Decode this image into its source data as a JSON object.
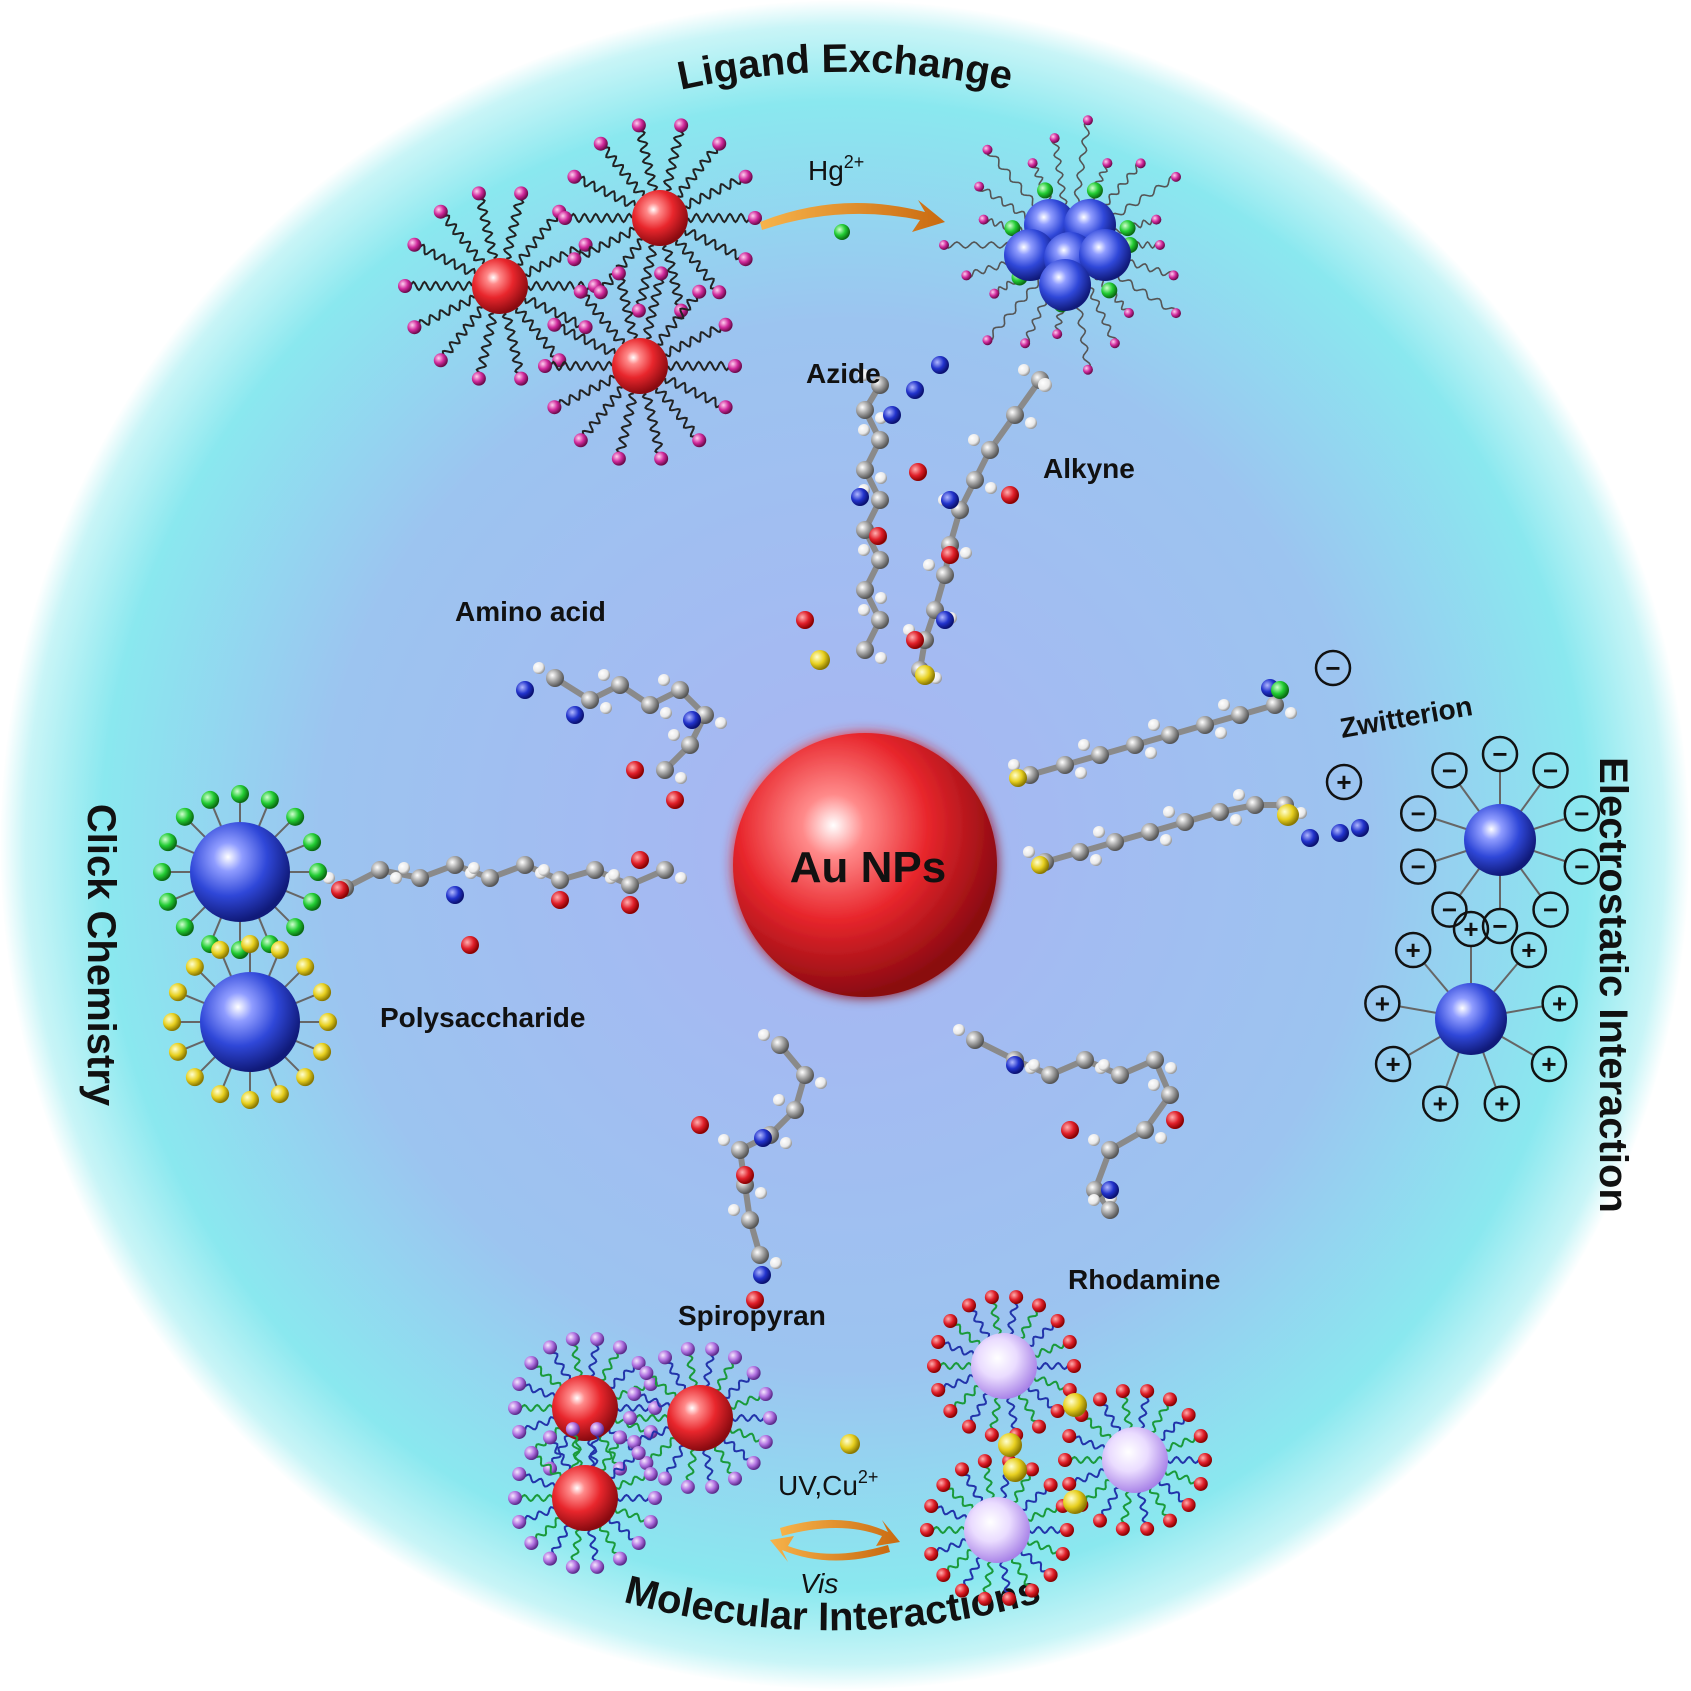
{
  "center": {
    "label": "Au NPs"
  },
  "sections": {
    "top": "Ligand Exchange",
    "left": "Click Chemistry",
    "right": "Electrostatic Interaction",
    "bottom": "Molecular Interactions"
  },
  "molecules": {
    "azide": "Azide",
    "alkyne": "Alkyne",
    "amino_acid": "Amino acid",
    "zwitterion": "Zwitterion",
    "polysaccharide": "Polysaccharide",
    "spiropyran": "Spiropyran",
    "rhodamine": "Rhodamine"
  },
  "reaction_labels": {
    "hg": "Hg",
    "hg_sup": "2+",
    "uv_cu": "UV,Cu",
    "uv_cu_sup": "2+",
    "vis": "Vis"
  },
  "charges": {
    "negative": "−",
    "positive": "+"
  },
  "colors": {
    "gold_np": "#e8262c",
    "blue_np": "#2f47d8",
    "purple_np": "#c9a6f0",
    "background_center": "#9fb6f2",
    "background_edge": "#8fe8ef",
    "arrow": "#f09a30"
  }
}
